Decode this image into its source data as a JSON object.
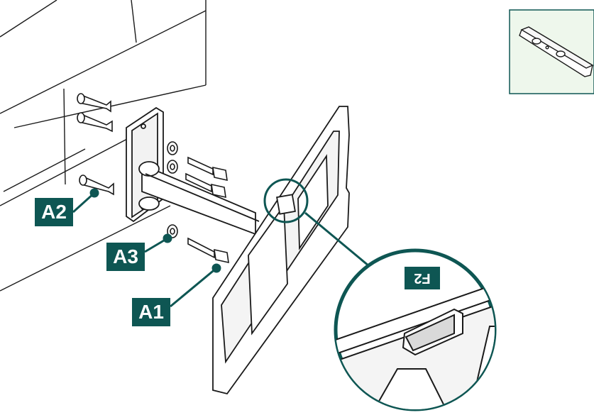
{
  "labels": {
    "a1": "A1",
    "a2": "A2",
    "a3": "A3",
    "f2": "F2"
  },
  "colors": {
    "accent": "#0e5653",
    "inset_bg": "#eef7ec",
    "line": "#1a1a1a"
  },
  "icons": {
    "level_tool": "spirit-level-icon"
  }
}
